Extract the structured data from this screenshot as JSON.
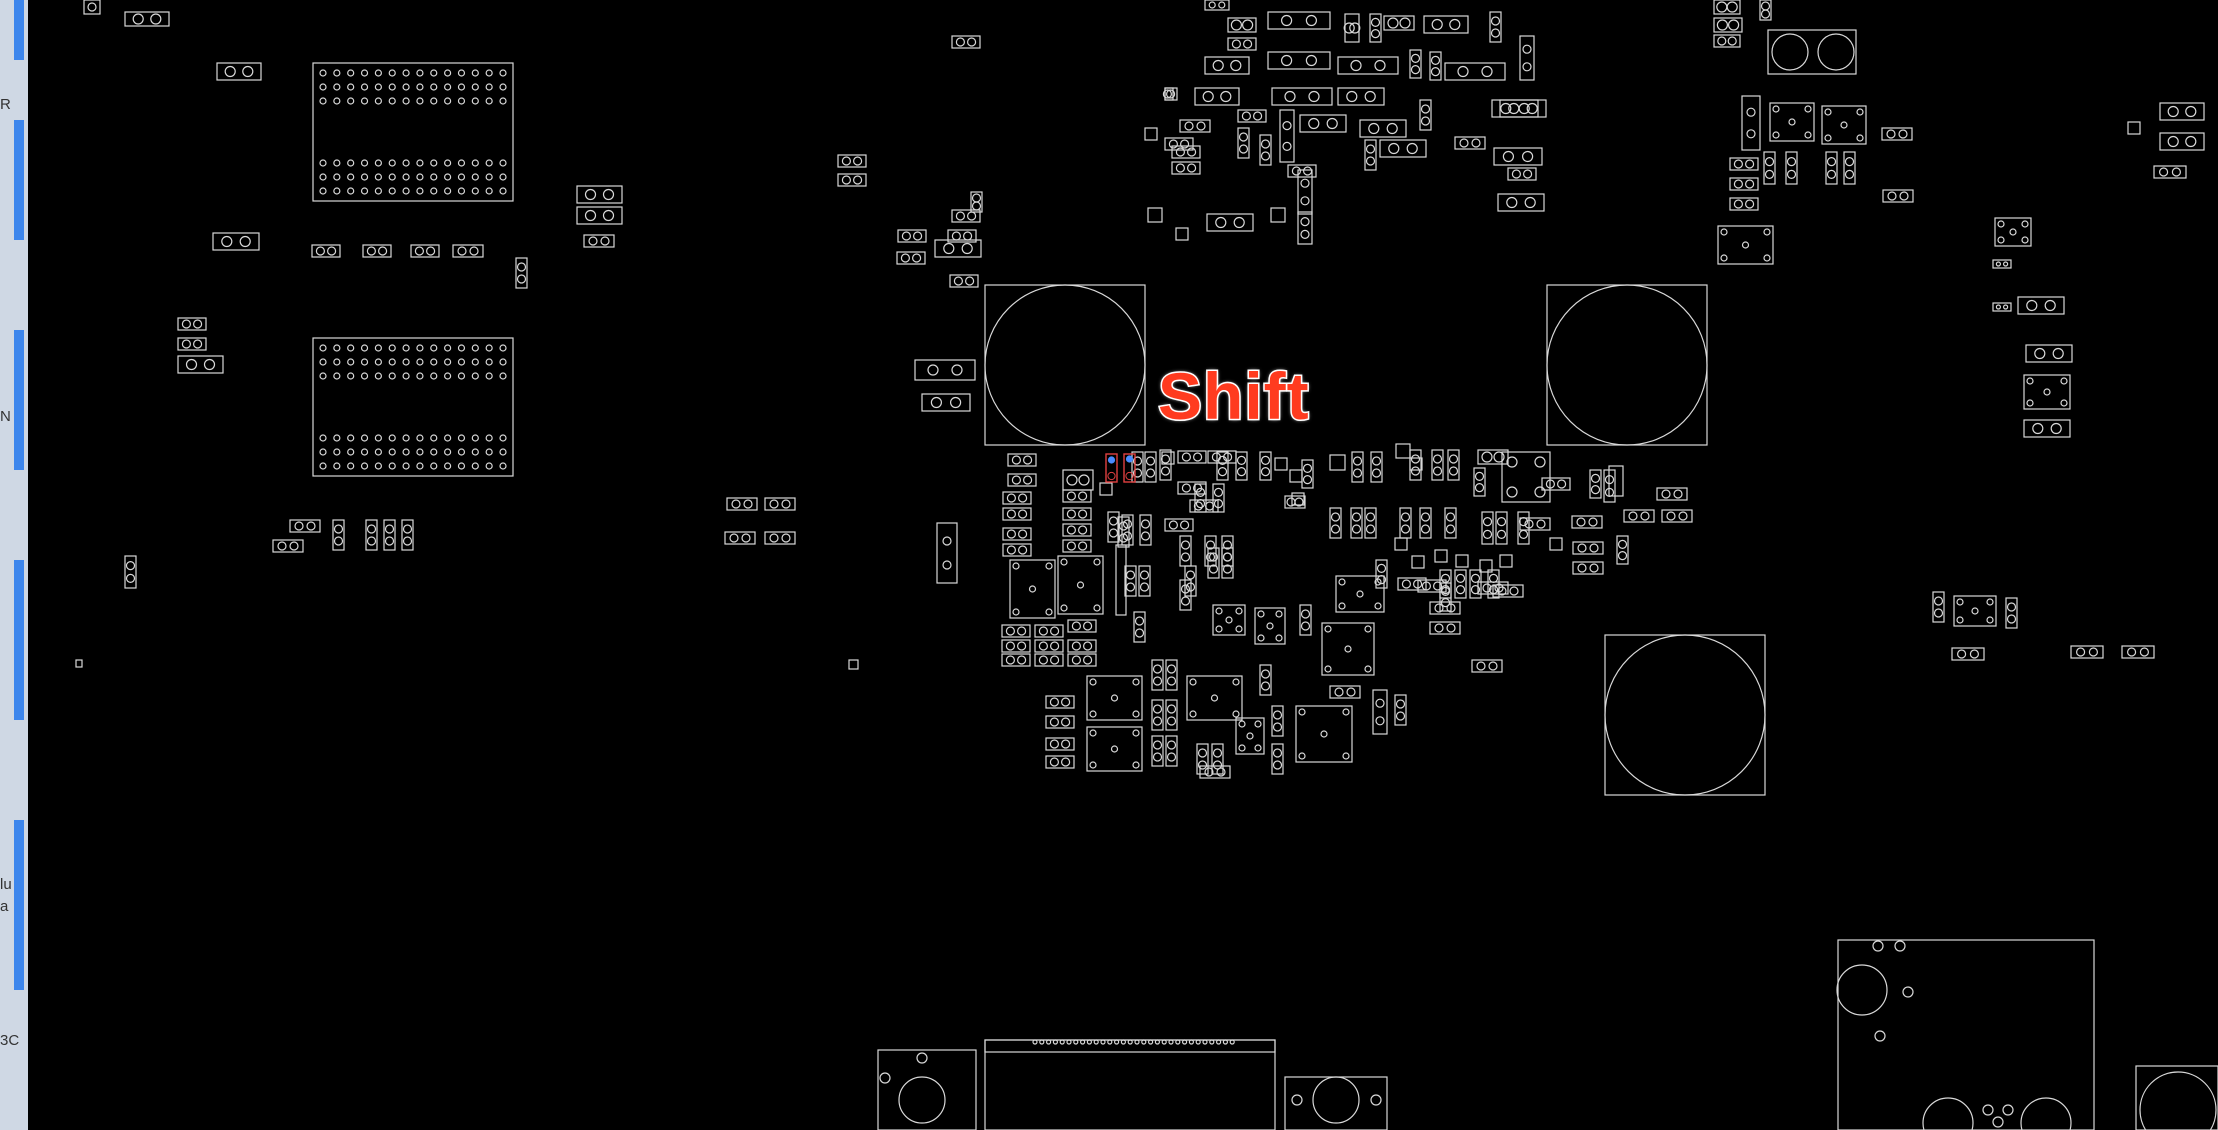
{
  "overlay": {
    "key_label": "Shift"
  },
  "left_panel": {
    "glyphs": [
      "R",
      "N",
      "lu",
      "a",
      "3C"
    ]
  },
  "colors": {
    "background": "#000000",
    "outline": "#d8d8d8",
    "accent": "#ff3b1f",
    "selected_pin_blue": "#4a8cff",
    "selected_outline_red": "#e04040",
    "panel": "#cfd8e4",
    "panel_accent": "#3d86ec"
  }
}
